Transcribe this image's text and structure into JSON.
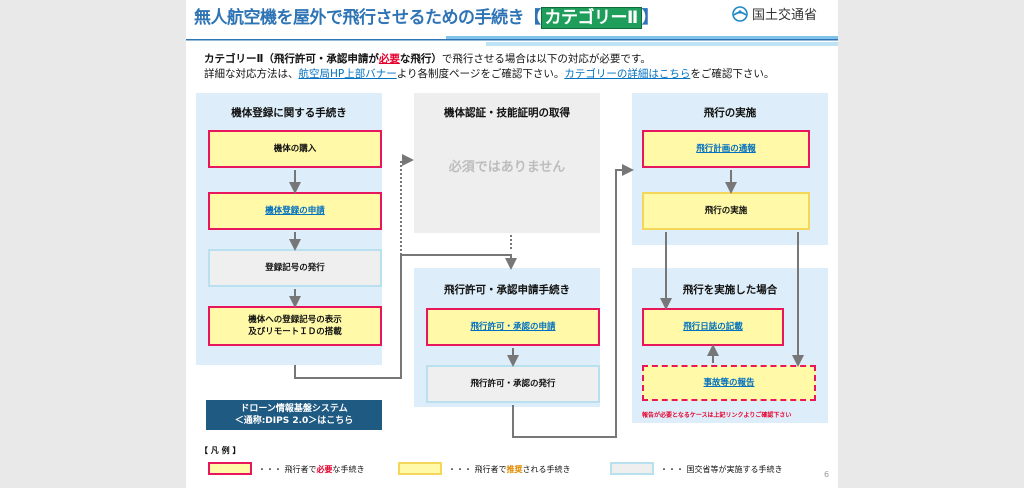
{
  "header": {
    "title_main": "無人航空機を屋外で飛行させるための手続き",
    "title_open": "【",
    "title_category": "カテゴリーⅡ",
    "title_close": "】",
    "ministry": "国土交通省"
  },
  "intro": {
    "line1_a": "カテゴリーⅡ（飛行許可・承認申請が",
    "line1_required": "必要",
    "line1_b": "な飛行）",
    "line1_c": "で飛行させる場合は以下の対応が必要です。",
    "line2_a": "詳細な対応方法は、",
    "line2_link1": "航空局HP上部バナー",
    "line2_b": "より各制度ページをご確認下さい。",
    "line2_link2": "カテゴリーの詳細はこちら",
    "line2_c": "をご確認下さい。"
  },
  "col1": {
    "heading": "機体登録に関する手続き",
    "step1": "機体の購入",
    "step2": "機体登録の申請",
    "step3": "登録記号の発行",
    "step4_line1": "機体への登録記号の表示",
    "step4_line2": "及びリモートＩＤの搭載"
  },
  "col2": {
    "heading": "機体認証・技能証明の取得",
    "not_required": "必須ではありません",
    "permit_heading": "飛行許可・承認申請手続き",
    "permit_step1": "飛行許可・承認の申請",
    "permit_step2": "飛行許可・承認の発行"
  },
  "col3": {
    "heading": "飛行の実施",
    "step1": "飛行計画の通報",
    "step2": "飛行の実施",
    "after_heading": "飛行を実施した場合",
    "after_step1": "飛行日誌の記載",
    "after_step2": "事故等の報告",
    "after_note": "報告が必要となるケースは上記リンクよりご確認下さい"
  },
  "dips": {
    "line1": "ドローン情報基盤システム",
    "line2": "＜通称:DIPS 2.0＞はこちら"
  },
  "legend": {
    "title": "【 凡 例 】",
    "item1_a": "・・・ 飛行者で",
    "item1_red": "必要",
    "item1_b": "な手続き",
    "item2_a": "・・・ 飛行者で",
    "item2_org": "推奨",
    "item2_b": "される手続き",
    "item3": "・・・ 国交省等が実施する手続き"
  },
  "page_number": "6",
  "colors": {
    "title_blue": "#2e74b5",
    "category_green": "#1e9e5a",
    "required_border": "#e8175d",
    "recommended_fill": "#fff9a8",
    "column_bg": "#ddeefa",
    "link_blue": "#0070c0"
  }
}
